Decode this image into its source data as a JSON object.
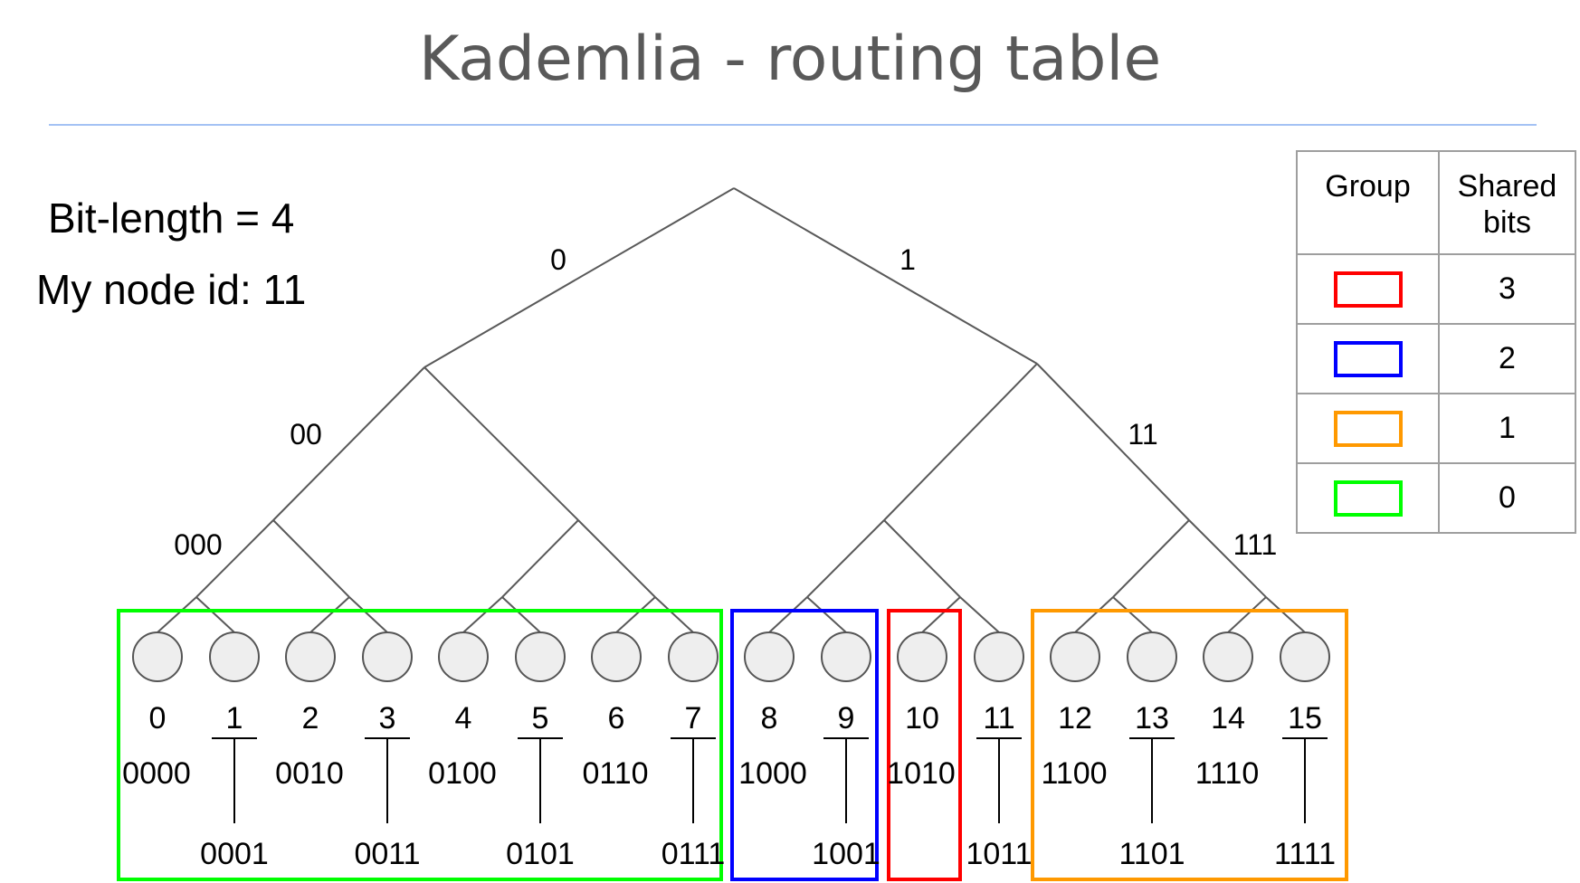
{
  "title": "Kademlia - routing table",
  "info": {
    "bit_length": "Bit-length = 4",
    "node_id": "My node id: 11"
  },
  "edge_labels": {
    "l0": "0",
    "l1": "1",
    "l00": "00",
    "l11": "11",
    "l000": "000",
    "l111": "111"
  },
  "leaves": [
    {
      "dec": "0",
      "bin": "0000"
    },
    {
      "dec": "1",
      "bin": "0001"
    },
    {
      "dec": "2",
      "bin": "0010"
    },
    {
      "dec": "3",
      "bin": "0011"
    },
    {
      "dec": "4",
      "bin": "0100"
    },
    {
      "dec": "5",
      "bin": "0101"
    },
    {
      "dec": "6",
      "bin": "0110"
    },
    {
      "dec": "7",
      "bin": "0111"
    },
    {
      "dec": "8",
      "bin": "1000"
    },
    {
      "dec": "9",
      "bin": "1001"
    },
    {
      "dec": "10",
      "bin": "1010"
    },
    {
      "dec": "11",
      "bin": "1011"
    },
    {
      "dec": "12",
      "bin": "1100"
    },
    {
      "dec": "13",
      "bin": "1101"
    },
    {
      "dec": "14",
      "bin": "1110"
    },
    {
      "dec": "15",
      "bin": "1111"
    }
  ],
  "groups": [
    {
      "name": "green",
      "color": "#00ff00",
      "shared_bits": "0",
      "members": [
        "0",
        "1",
        "2",
        "3",
        "4",
        "5",
        "6",
        "7"
      ]
    },
    {
      "name": "blue",
      "color": "#0000ff",
      "shared_bits": "2",
      "members": [
        "8",
        "9"
      ]
    },
    {
      "name": "red",
      "color": "#ff0000",
      "shared_bits": "3",
      "members": [
        "10"
      ]
    },
    {
      "name": "orange",
      "color": "#ff9900",
      "shared_bits": "1",
      "members": [
        "12",
        "13",
        "14",
        "15"
      ]
    }
  ],
  "legend": {
    "col_group": "Group",
    "col_shared_line1": "Shared",
    "col_shared_line2": "bits",
    "rows": [
      {
        "color": "#ff0000",
        "value": "3"
      },
      {
        "color": "#0000ff",
        "value": "2"
      },
      {
        "color": "#ff9900",
        "value": "1"
      },
      {
        "color": "#00ff00",
        "value": "0"
      }
    ]
  }
}
